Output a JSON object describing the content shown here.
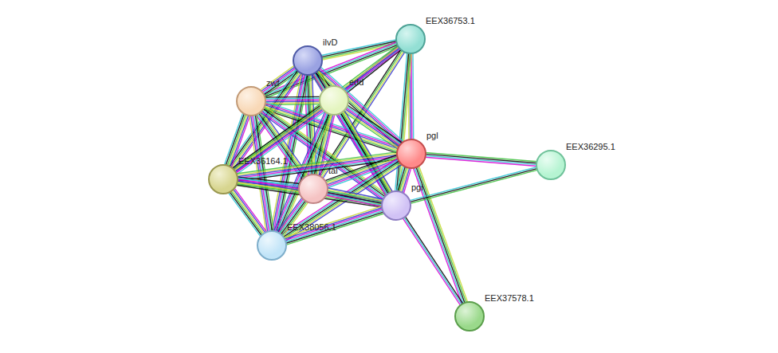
{
  "diagram": {
    "nodes": [
      {
        "text": [
          "EEX36753.1"
        ]
      },
      {
        "text": [
          "ilvD"
        ]
      },
      {
        "text": [
          "zwf"
        ]
      },
      {
        "text": [
          "edd"
        ]
      },
      {
        "text": [
          "pgl"
        ]
      },
      {
        "text": [
          "EEX36295.1"
        ]
      },
      {
        "text": [
          "EEX36164.1"
        ]
      },
      {
        "text": [
          "tal"
        ]
      },
      {
        "text": [
          "pgi"
        ]
      },
      {
        "text": [
          "EEX38056.1"
        ]
      },
      {
        "text": [
          "EEX37578.1"
        ]
      }
    ],
    "edges": [
      {
        "from": 0,
        "to": 1,
        "arrow": "none"
      },
      {
        "from": 0,
        "to": 2,
        "arrow": "none"
      },
      {
        "from": 0,
        "to": 3,
        "arrow": "none"
      },
      {
        "from": 0,
        "to": 4,
        "arrow": "none"
      },
      {
        "from": 0,
        "to": 6,
        "arrow": "none"
      },
      {
        "from": 0,
        "to": 7,
        "arrow": "none"
      },
      {
        "from": 0,
        "to": 8,
        "arrow": "none"
      },
      {
        "from": 1,
        "to": 2,
        "arrow": "none"
      },
      {
        "from": 1,
        "to": 3,
        "arrow": "none"
      },
      {
        "from": 1,
        "to": 4,
        "arrow": "none"
      },
      {
        "from": 1,
        "to": 6,
        "arrow": "none"
      },
      {
        "from": 1,
        "to": 7,
        "arrow": "none"
      },
      {
        "from": 1,
        "to": 8,
        "arrow": "none"
      },
      {
        "from": 1,
        "to": 9,
        "arrow": "none"
      },
      {
        "from": 2,
        "to": 3,
        "arrow": "none"
      },
      {
        "from": 2,
        "to": 4,
        "arrow": "none"
      },
      {
        "from": 2,
        "to": 6,
        "arrow": "none"
      },
      {
        "from": 2,
        "to": 7,
        "arrow": "none"
      },
      {
        "from": 2,
        "to": 8,
        "arrow": "none"
      },
      {
        "from": 2,
        "to": 9,
        "arrow": "none"
      },
      {
        "from": 3,
        "to": 4,
        "arrow": "none"
      },
      {
        "from": 3,
        "to": 6,
        "arrow": "none"
      },
      {
        "from": 3,
        "to": 7,
        "arrow": "none"
      },
      {
        "from": 3,
        "to": 8,
        "arrow": "none"
      },
      {
        "from": 3,
        "to": 9,
        "arrow": "none"
      },
      {
        "from": 4,
        "to": 5,
        "arrow": "none"
      },
      {
        "from": 4,
        "to": 6,
        "arrow": "none"
      },
      {
        "from": 4,
        "to": 7,
        "arrow": "none"
      },
      {
        "from": 4,
        "to": 8,
        "arrow": "none"
      },
      {
        "from": 4,
        "to": 9,
        "arrow": "none"
      },
      {
        "from": 4,
        "to": 10,
        "arrow": "none"
      },
      {
        "from": 5,
        "to": 8,
        "arrow": "none"
      },
      {
        "from": 6,
        "to": 7,
        "arrow": "none"
      },
      {
        "from": 6,
        "to": 8,
        "arrow": "none"
      },
      {
        "from": 6,
        "to": 9,
        "arrow": "none"
      },
      {
        "from": 7,
        "to": 8,
        "arrow": "none"
      },
      {
        "from": 7,
        "to": 9,
        "arrow": "none"
      },
      {
        "from": 8,
        "to": 9,
        "arrow": "none"
      },
      {
        "from": 8,
        "to": 10,
        "arrow": "none"
      }
    ]
  }
}
